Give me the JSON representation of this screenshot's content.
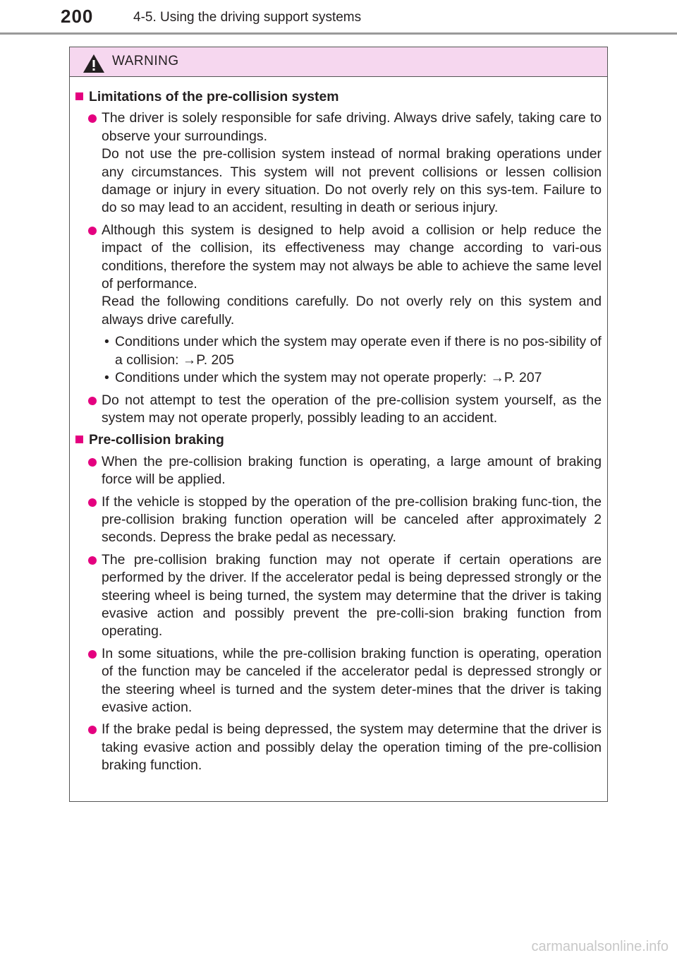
{
  "header": {
    "page_number": "200",
    "section_title": "4-5. Using the driving support systems"
  },
  "warning": {
    "title": "WARNING",
    "icon": "warning-triangle-icon",
    "accent_color": "#e4007f",
    "header_bg": "#f6d7ef",
    "topics": [
      {
        "heading": "Limitations of the pre-collision system",
        "items": [
          {
            "paragraphs": [
              "The driver is solely responsible for safe driving. Always drive safely, taking care to observe your surroundings.",
              "Do not use the pre-collision system instead of normal braking operations under any circumstances. This system will not prevent collisions or lessen collision damage or injury in every situation. Do not overly rely on this sys-tem. Failure to do so may lead to an accident, resulting in death or serious injury."
            ]
          },
          {
            "paragraphs": [
              "Although this system is designed to help avoid a collision or help reduce the impact of the collision, its effectiveness may change according to vari-ous conditions, therefore the system may not always be able to achieve the same level of performance.",
              "Read the following conditions carefully. Do not overly rely on this system and always drive carefully."
            ],
            "bullets": [
              "Conditions under which the system may operate even if there is no pos-sibility of a collision: →P. 205",
              "Conditions under which the system may not operate properly: →P. 207"
            ]
          },
          {
            "paragraphs": [
              "Do not attempt to test the operation of the pre-collision system yourself, as the system may not operate properly, possibly leading to an accident."
            ]
          }
        ]
      },
      {
        "heading": "Pre-collision braking",
        "items": [
          {
            "paragraphs": [
              "When the pre-collision braking function is operating, a large amount of braking force will be applied."
            ]
          },
          {
            "paragraphs": [
              "If the vehicle is stopped by the operation of the pre-collision braking func-tion, the pre-collision braking function operation will be canceled after approximately 2 seconds. Depress the brake pedal as necessary."
            ]
          },
          {
            "paragraphs": [
              "The pre-collision braking function may not operate if certain operations are performed by the driver. If the accelerator pedal is being depressed strongly or the steering wheel is being turned, the system may determine that the driver is taking evasive action and possibly prevent the pre-colli-sion braking function from operating."
            ]
          },
          {
            "paragraphs": [
              "In some situations, while the pre-collision braking function is operating, operation of the function may be canceled if the accelerator pedal is depressed strongly or the steering wheel is turned and the system deter-mines that the driver is taking evasive action."
            ]
          },
          {
            "paragraphs": [
              "If the brake pedal is being depressed, the system may determine that the driver is taking evasive action and possibly delay the operation timing of the pre-collision braking function."
            ]
          }
        ]
      }
    ]
  },
  "watermark": "carmanualsonline.info"
}
